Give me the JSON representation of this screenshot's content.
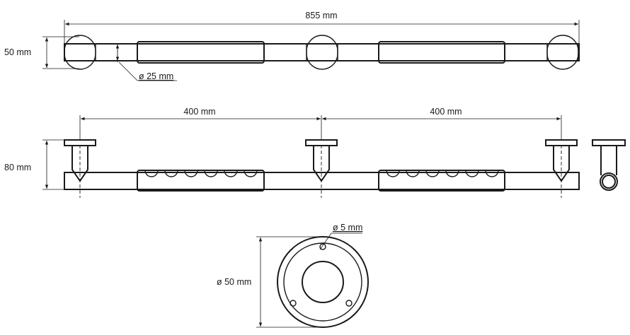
{
  "dimensions": {
    "total_length": "855 mm",
    "height_top": "50 mm",
    "diameter_bar": "ø 25 mm",
    "spacing_left": "400 mm",
    "spacing_right": "400 mm",
    "height_side": "80 mm",
    "diameter_hole": "ø 5 mm",
    "diameter_flange": "ø 50 mm"
  },
  "colors": {
    "line": "#1a1a1a",
    "background": "#ffffff"
  }
}
